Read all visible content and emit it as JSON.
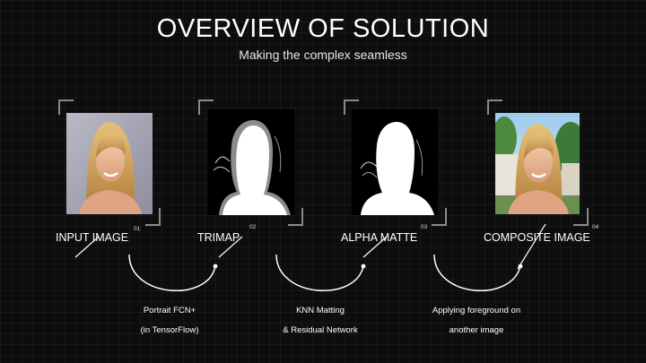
{
  "header": {
    "title": "OVERVIEW OF SOLUTION",
    "subtitle": "Making the complex seamless"
  },
  "steps": [
    {
      "number": "01",
      "label": "INPUT IMAGE",
      "icon": "portrait-photo"
    },
    {
      "number": "02",
      "label": "TRIMAP",
      "icon": "trimap-silhouette"
    },
    {
      "number": "03",
      "label": "ALPHA MATTE",
      "icon": "alpha-matte-silhouette"
    },
    {
      "number": "04",
      "label": "COMPOSITE IMAGE",
      "icon": "composite-photo"
    }
  ],
  "transitions": [
    {
      "line1": "Portrait FCN+",
      "line2": "(in TensorFlow)"
    },
    {
      "line1": "KNN Matting",
      "line2": "& Residual Network"
    },
    {
      "line1": "Applying foreground on",
      "line2": "another image"
    }
  ],
  "colors": {
    "background": "#0d0d0d",
    "text": "#ffffff",
    "bracket": "#8a8a8a"
  }
}
